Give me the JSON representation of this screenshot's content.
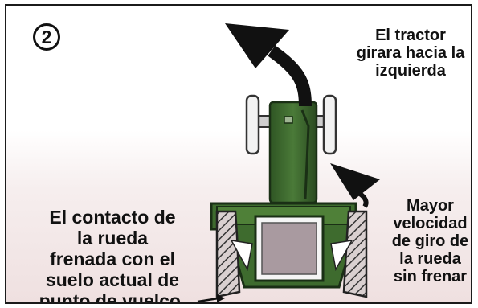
{
  "diagram": {
    "step_number": "2",
    "label_turn": "El tractor\ngirara hacia la\nizquierda",
    "label_speed": "Mayor\nvelocidad\nde giro de\nla rueda\nsin frenar",
    "label_contact": "El contacto de\nla rueda\nfrenada con el\nsuelo actual de\npunto de vuelco.",
    "colors": {
      "tractor_green": "#3e6b2e",
      "tractor_dark": "#20381a",
      "seat_gray": "#a99aa0",
      "arrow_black": "#111111"
    }
  }
}
